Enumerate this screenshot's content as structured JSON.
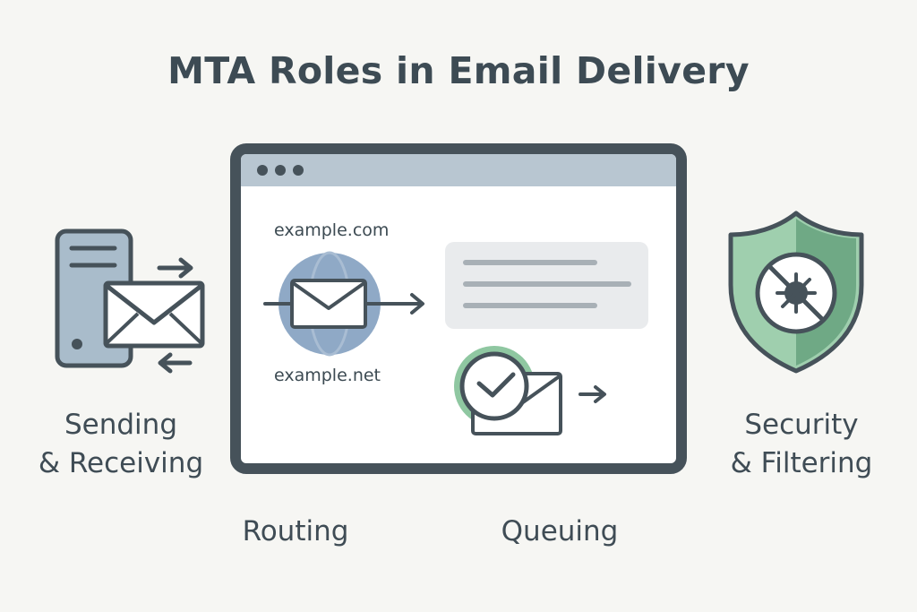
{
  "title": "MTA Roles in Email Delivery",
  "captions": {
    "sending_receiving": "Sending\n& Receiving",
    "routing": "Routing",
    "queuing": "Queuing",
    "security_filtering": "Security\n& Filtering"
  },
  "domains": {
    "top": "example.com",
    "bottom": "example.net"
  },
  "icons": {
    "server": "server-icon",
    "envelope": "envelope-icon",
    "globe": "globe-icon",
    "clock": "clock-icon",
    "shield": "shield-icon",
    "virus_blocked": "virus-blocked-icon"
  },
  "colors": {
    "background": "#f6f6f3",
    "outline": "#46525a",
    "server_fill": "#a9bccb",
    "globe_fill": "#8fa9c6",
    "shield_light": "#9fcfae",
    "shield_dark": "#6fa985",
    "clock_ring": "#8fc7a1",
    "window_bar": "#b8c6d1"
  }
}
